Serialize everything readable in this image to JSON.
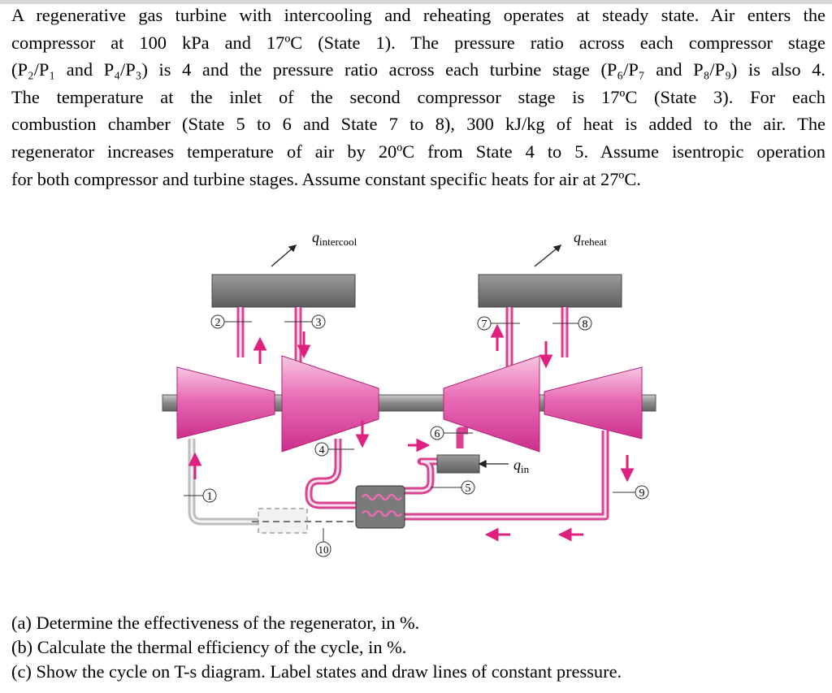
{
  "problem": {
    "lines": [
      "A regenerative gas turbine with intercooling and reheating operates at steady state. Air enters the",
      "compressor at 100 kPa and 17ºC (State 1). The pressure ratio across each compressor stage",
      "(P₂/P₁ and P₄/P₃) is 4 and the pressure ratio across each turbine stage (P₆/P₇ and P₈/P₉) is also 4.",
      "The temperature at the inlet of the second compressor stage is 17ºC (State 3). For each",
      "combustion chamber (State 5 to 6 and State 7 to 8), 300 kJ/kg of heat is added to the air. The",
      "regenerator increases temperature of air by 20ºC from State 4 to 5. Assume isentropic operation",
      "for both compressor and turbine stages. Assume constant specific heats for air at 27ºC."
    ]
  },
  "diagram": {
    "heat_labels": {
      "intercool_main": "q",
      "intercool_sub": "intercool",
      "reheat_main": "q",
      "reheat_sub": "reheat",
      "in_main": "q",
      "in_sub": "in"
    },
    "states": [
      "1",
      "2",
      "3",
      "4",
      "5",
      "6",
      "7",
      "8",
      "9",
      "10"
    ]
  },
  "questions": [
    "(a) Determine the effectiveness of the regenerator, in %.",
    "(b) Calculate the thermal efficiency of the cycle, in %.",
    "(c) Show the cycle on T-s diagram. Label states and draw lines of constant pressure."
  ]
}
